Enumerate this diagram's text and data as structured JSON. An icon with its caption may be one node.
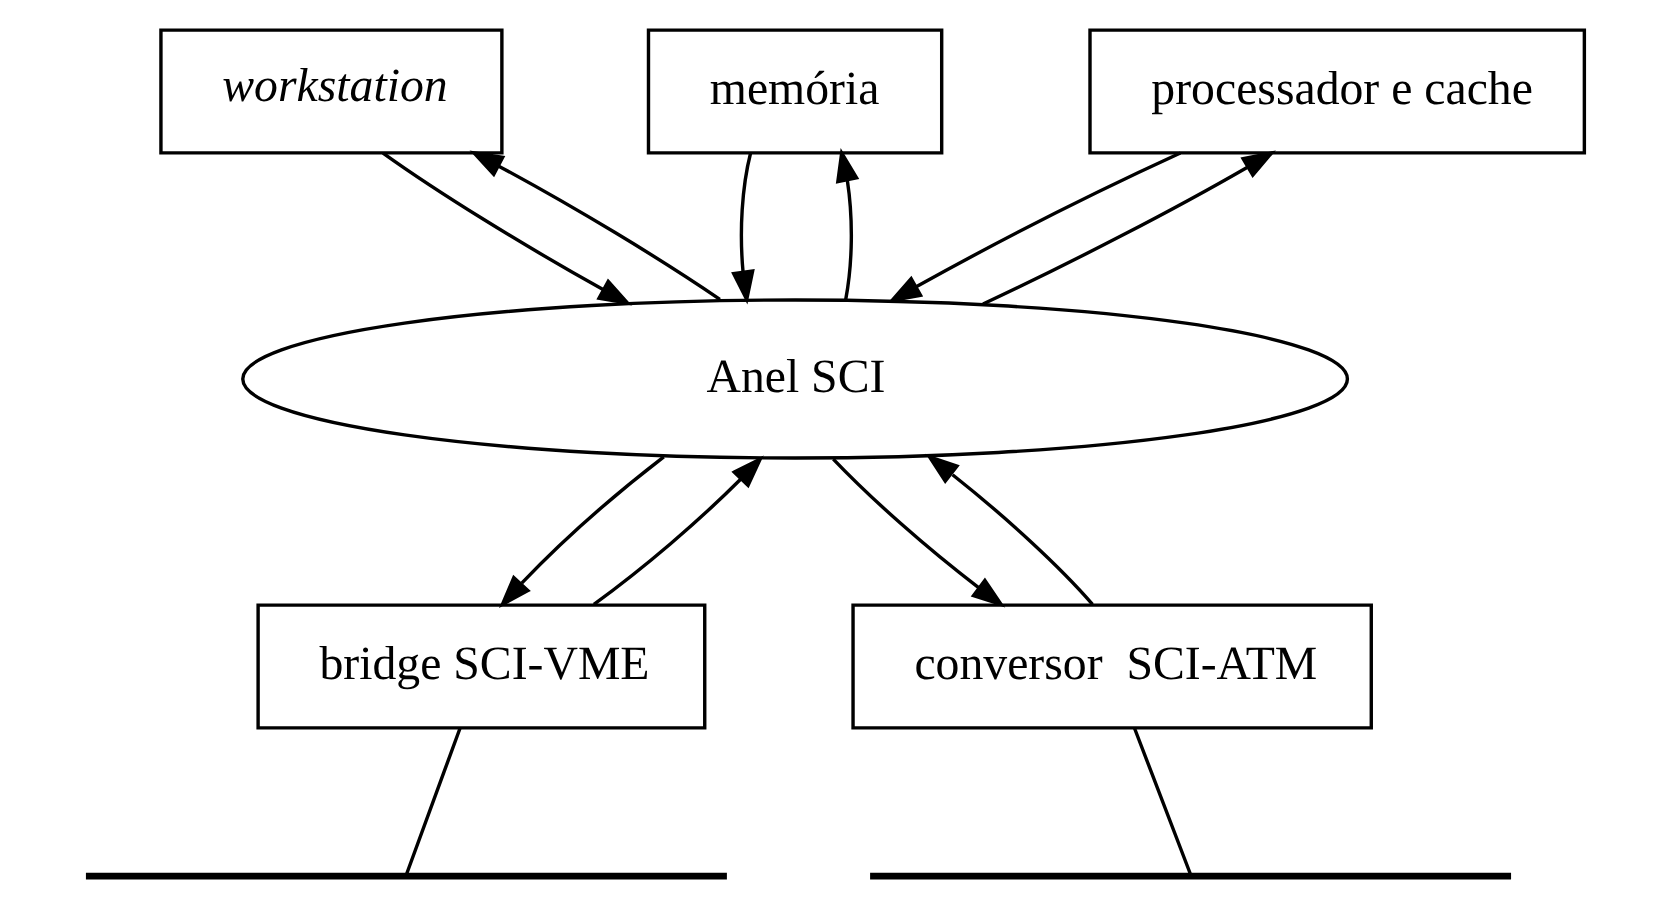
{
  "diagram": {
    "nodes": [
      {
        "text": [
          "workstation"
        ]
      },
      {
        "text": [
          "memória"
        ]
      },
      {
        "text": [
          "processador e cache"
        ]
      },
      {
        "text": [
          "Anel SCI"
        ]
      },
      {
        "text": [
          "bridge SCI-VME"
        ]
      },
      {
        "text": [
          "conversor  SCI-ATM"
        ]
      },
      {
        "text": [],
        "shape": "bar"
      },
      {
        "text": [],
        "shape": "bar"
      }
    ],
    "edges": [
      {
        "from": 0,
        "to": 3,
        "arrow": "to"
      },
      {
        "from": 3,
        "to": 0,
        "arrow": "to"
      },
      {
        "from": 1,
        "to": 3,
        "arrow": "to"
      },
      {
        "from": 3,
        "to": 1,
        "arrow": "to"
      },
      {
        "from": 2,
        "to": 3,
        "arrow": "to"
      },
      {
        "from": 3,
        "to": 2,
        "arrow": "to"
      },
      {
        "from": 4,
        "to": 3,
        "arrow": "to"
      },
      {
        "from": 3,
        "to": 4,
        "arrow": "to"
      },
      {
        "from": 3,
        "to": 5,
        "arrow": "to"
      },
      {
        "from": 5,
        "to": 3,
        "arrow": "to"
      },
      {
        "from": 4,
        "to": 6,
        "arrow": "none"
      },
      {
        "from": 5,
        "to": 7,
        "arrow": "none"
      }
    ]
  }
}
